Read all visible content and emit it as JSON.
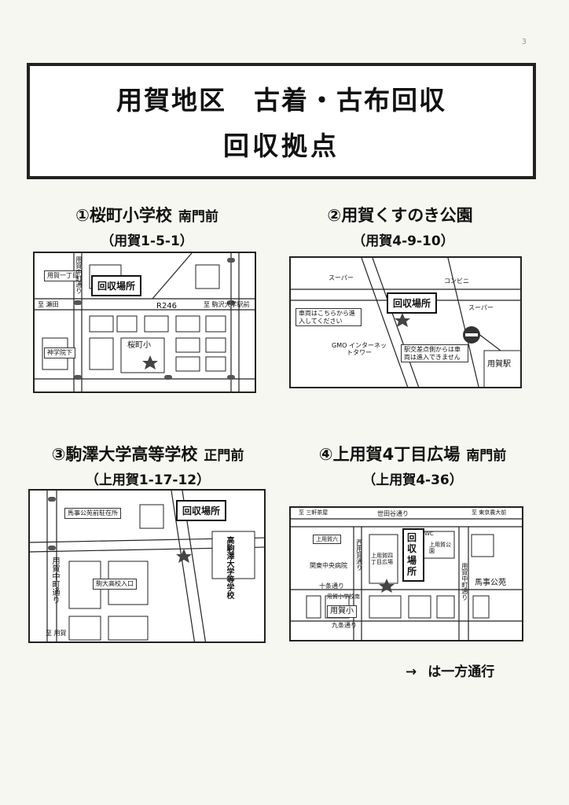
{
  "page_number": "3",
  "title": {
    "line1": "用賀地区　古着・古布回収",
    "line2": "回収拠点"
  },
  "collect_label": "回収場所",
  "sites": [
    {
      "name": "①桜町小学校",
      "sub": "南門前",
      "address": "（用賀1-5-1）",
      "map": {
        "labels": [
          "用賀一丁目",
          "至 瀬田",
          "R246",
          "至 駒沢大学駅前",
          "神学院下",
          "桜町小",
          "用賀中町通り"
        ]
      }
    },
    {
      "name": "②用賀くすのき公園",
      "sub": "",
      "address": "（用賀4-9-10）",
      "map": {
        "labels": [
          "スーパー",
          "コンビニ",
          "スーパー",
          "車両はこちらから進入してください",
          "GMO インターネットタワー",
          "駅交差点側からは車両は進入できません",
          "用賀駅"
        ]
      }
    },
    {
      "name": "③駒澤大学高等学校",
      "sub": "正門前",
      "address": "（上用賀1-17-12）",
      "map": {
        "labels": [
          "馬事公苑前駐在所",
          "駒大高校入口",
          "用賀中町通り",
          "至 用賀",
          "高駒澤大学等学校"
        ]
      }
    },
    {
      "name": "④上用賀4丁目広場",
      "sub": "南門前",
      "address": "（上用賀4-36）",
      "map": {
        "labels": [
          "至 三軒茶屋",
          "世田谷通り",
          "至 東京農大前",
          "上用賀六",
          "西用賀通り",
          "関東中央病院",
          "上用賀四丁目広場",
          "WC",
          "上用賀公園",
          "用賀中町通り",
          "馬事公苑",
          "十条通り",
          "用賀小学校南",
          "用賀小",
          "九条通り"
        ]
      }
    }
  ],
  "legend": {
    "arrow": "→",
    "text": "は一方通行"
  }
}
